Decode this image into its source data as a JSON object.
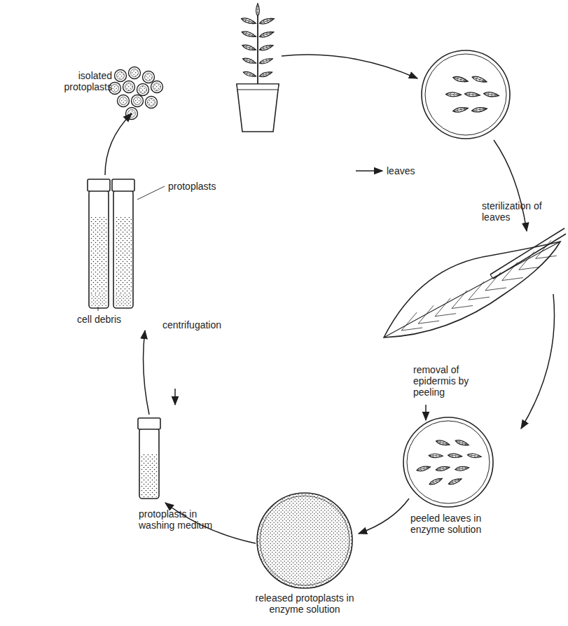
{
  "diagram": {
    "labels": [
      "isolated protoplasts",
      "protoplasts",
      "cell debris",
      "centrifugation",
      "protoplasts in washing medium",
      "released protoplasts in enzyme solution",
      "peeled leaves in enzyme solution",
      "removal of epidermis by peeling",
      "sterilization of leaves",
      "leaves"
    ]
  }
}
